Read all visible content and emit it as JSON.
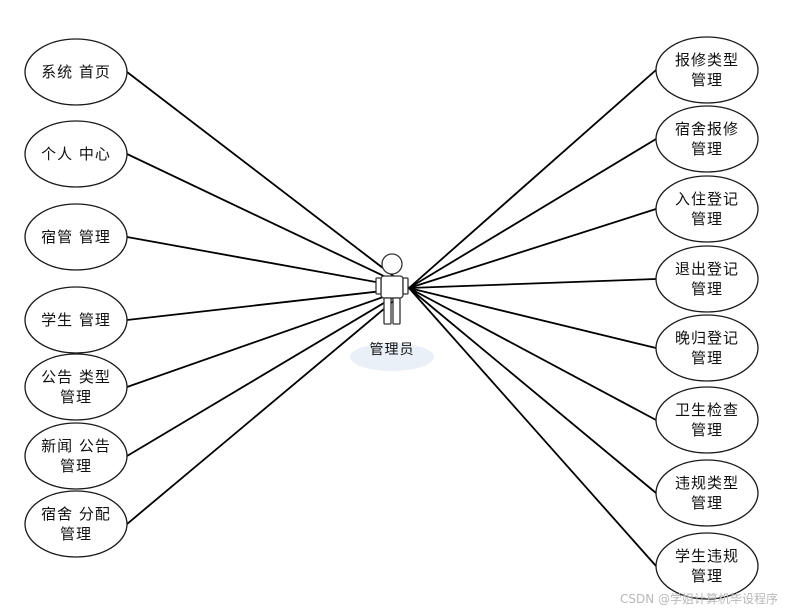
{
  "actor": {
    "label": "管理员"
  },
  "left_use_cases": [
    {
      "lines": [
        "系统 首页"
      ]
    },
    {
      "lines": [
        "个人 中心"
      ]
    },
    {
      "lines": [
        "宿管 管理"
      ]
    },
    {
      "lines": [
        "学生 管理"
      ]
    },
    {
      "lines": [
        "公告 类型",
        "管理"
      ]
    },
    {
      "lines": [
        "新闻 公告",
        "管理"
      ]
    },
    {
      "lines": [
        "宿舍 分配",
        "管理"
      ]
    }
  ],
  "right_use_cases": [
    {
      "lines": [
        "报修类型",
        "管理"
      ]
    },
    {
      "lines": [
        "宿舍报修",
        "管理"
      ]
    },
    {
      "lines": [
        "入住登记",
        "管理"
      ]
    },
    {
      "lines": [
        "退出登记",
        "管理"
      ]
    },
    {
      "lines": [
        "晚归登记",
        "管理"
      ]
    },
    {
      "lines": [
        "卫生检查",
        "管理"
      ]
    },
    {
      "lines": [
        "违规类型",
        "管理"
      ]
    },
    {
      "lines": [
        "学生违规",
        "管理"
      ]
    }
  ],
  "watermark": "CSDN @学姐计算机毕设程序"
}
